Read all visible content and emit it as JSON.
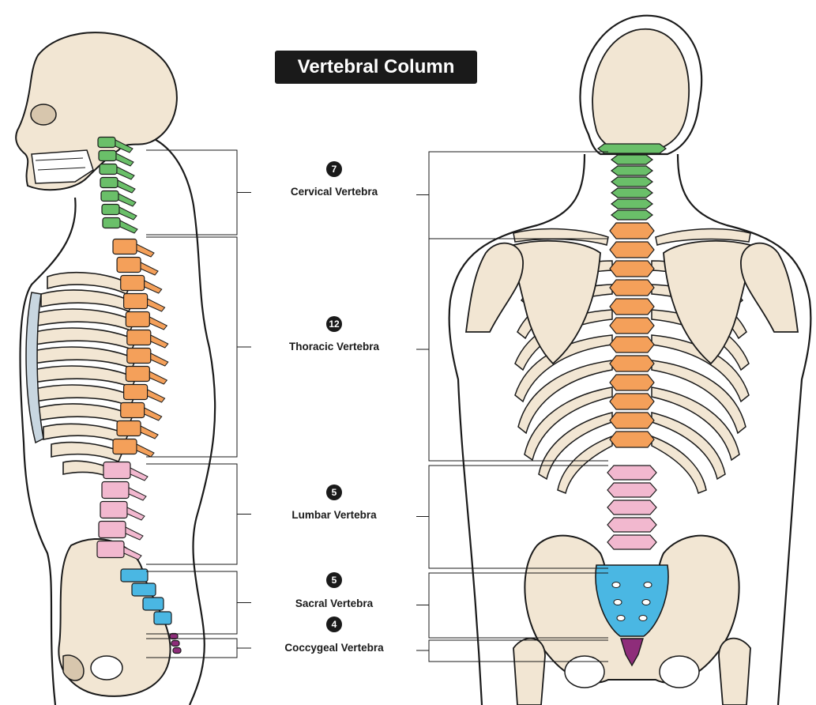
{
  "title": "Vertebral Column",
  "colors": {
    "cervical": "#6abf69",
    "thoracic": "#f4a05a",
    "lumbar": "#f2b8cf",
    "sacral": "#4ab7e3",
    "coccygeal": "#8e2d7a",
    "bone": "#f2e6d3",
    "outline": "#1a1a1a"
  },
  "regions": [
    {
      "key": "cervical",
      "count": "7",
      "label": "Cervical Vertebra"
    },
    {
      "key": "thoracic",
      "count": "12",
      "label": "Thoracic Vertebra"
    },
    {
      "key": "lumbar",
      "count": "5",
      "label": "Lumbar Vertebra"
    },
    {
      "key": "sacral",
      "count": "5",
      "label": "Sacral Vertebra"
    },
    {
      "key": "coccygeal",
      "count": "4",
      "label": "Coccygeal Vertebra"
    }
  ]
}
